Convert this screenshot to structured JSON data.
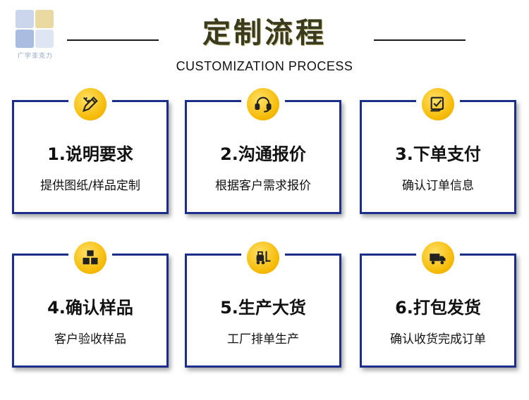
{
  "logo": {
    "caption": "广宇亚克力",
    "colors": [
      "#c9d6ec",
      "#e8d9a0",
      "#a9bde0",
      "#dfe6f3"
    ]
  },
  "header": {
    "title": "定制流程",
    "subtitle": "CUSTOMIZATION PROCESS"
  },
  "steps": [
    {
      "title": "1.说明要求",
      "desc": "提供图纸/样品定制",
      "icon": "pencil-ruler-icon"
    },
    {
      "title": "2.沟通报价",
      "desc": "根据客户需求报价",
      "icon": "headset-icon"
    },
    {
      "title": "3.下单支付",
      "desc": "确认订单信息",
      "icon": "checkbox-hand-icon"
    },
    {
      "title": "4.确认样品",
      "desc": "客户验收样品",
      "icon": "stacked-boxes-icon"
    },
    {
      "title": "5.生产大货",
      "desc": "工厂排单生产",
      "icon": "forklift-icon"
    },
    {
      "title": "6.打包发货",
      "desc": "确认收货完成订单",
      "icon": "delivery-truck-icon"
    }
  ],
  "colors": {
    "card_border": "#1b2f8a",
    "icon_gold": "#f5b800"
  }
}
